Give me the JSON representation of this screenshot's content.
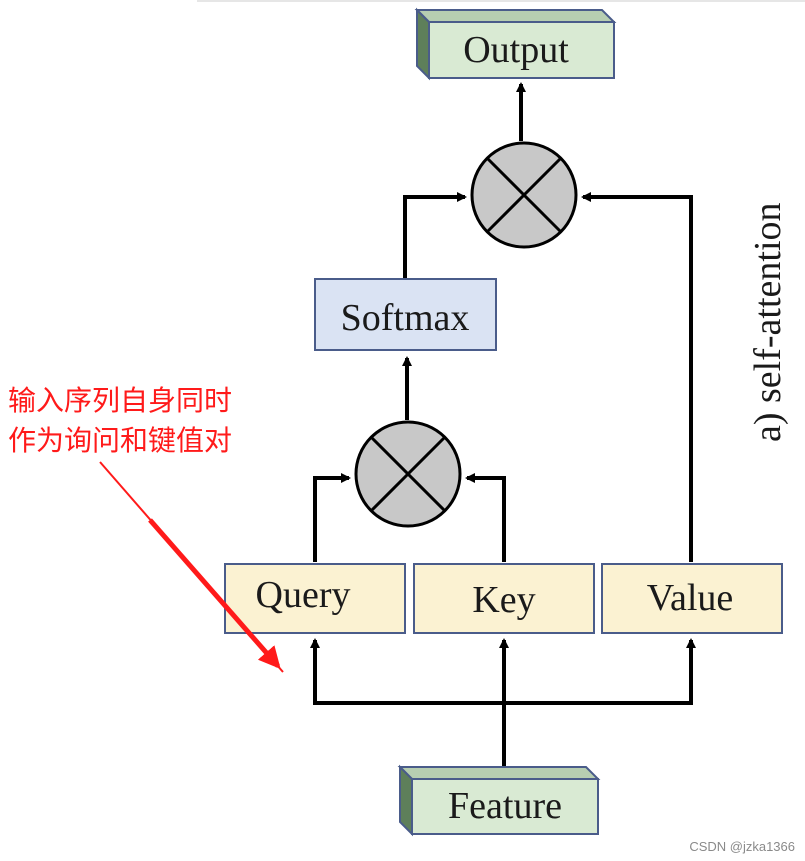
{
  "nodes": {
    "output": "Output",
    "softmax": "Softmax",
    "query": "Query",
    "key": "Key",
    "value": "Value",
    "feature": "Feature"
  },
  "side_label": "a) self-attention",
  "annotation": {
    "line1": "输入序列自身同时",
    "line2": "作为询问和键值对",
    "color": "#ff1a1a"
  },
  "watermark": "CSDN @jzka1366",
  "colors": {
    "box_green": "#d9ead3",
    "box_green_side": "#5e7f5a",
    "box_blue": "#dae3f3",
    "box_cream": "#fbf2d2",
    "box_border": "#4a5c8a",
    "multiply_fill": "#c8c8c8"
  }
}
